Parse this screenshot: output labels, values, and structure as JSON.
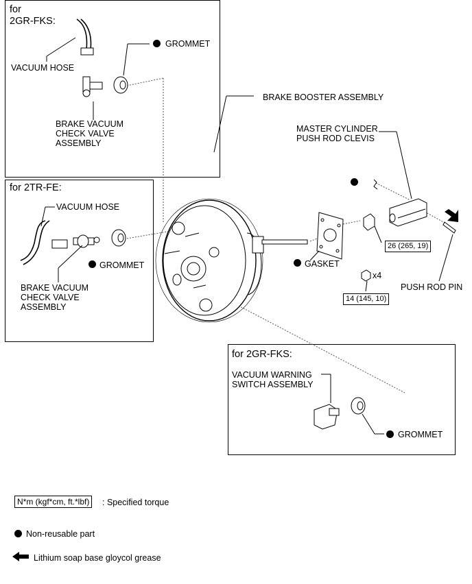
{
  "insets": {
    "gr_fks_top": {
      "title": "for\n2GR-FKS:",
      "vacuum_hose": "VACUUM HOSE",
      "grommet": "GROMMET",
      "check_valve": "BRAKE VACUUM\nCHECK VALVE\nASSEMBLY"
    },
    "tr_fe": {
      "title": "for 2TR-FE:",
      "vacuum_hose": "VACUUM HOSE",
      "grommet": "GROMMET",
      "check_valve": "BRAKE VACUUM\nCHECK VALVE\nASSEMBLY"
    },
    "gr_fks_bottom": {
      "title": "for 2GR-FKS:",
      "warning_switch": "VACUUM WARNING\nSWITCH ASSEMBLY",
      "grommet": "GROMMET"
    }
  },
  "main": {
    "brake_booster": "BRAKE BOOSTER ASSEMBLY",
    "master_cyl_clevis": "MASTER CYLINDER\nPUSH ROD CLEVIS",
    "gasket": "GASKET",
    "torque_nut": "26 (265, 19)",
    "torque_stud": "14 (145, 10)",
    "qty": "x4",
    "push_rod_pin": "PUSH ROD PIN"
  },
  "legend": {
    "torque_box": "N*m (kgf*cm, ft.*lbf)",
    "torque_desc": ": Specified torque",
    "non_reusable": "Non-reusable part",
    "grease": "Lithium soap base gloycol grease"
  }
}
